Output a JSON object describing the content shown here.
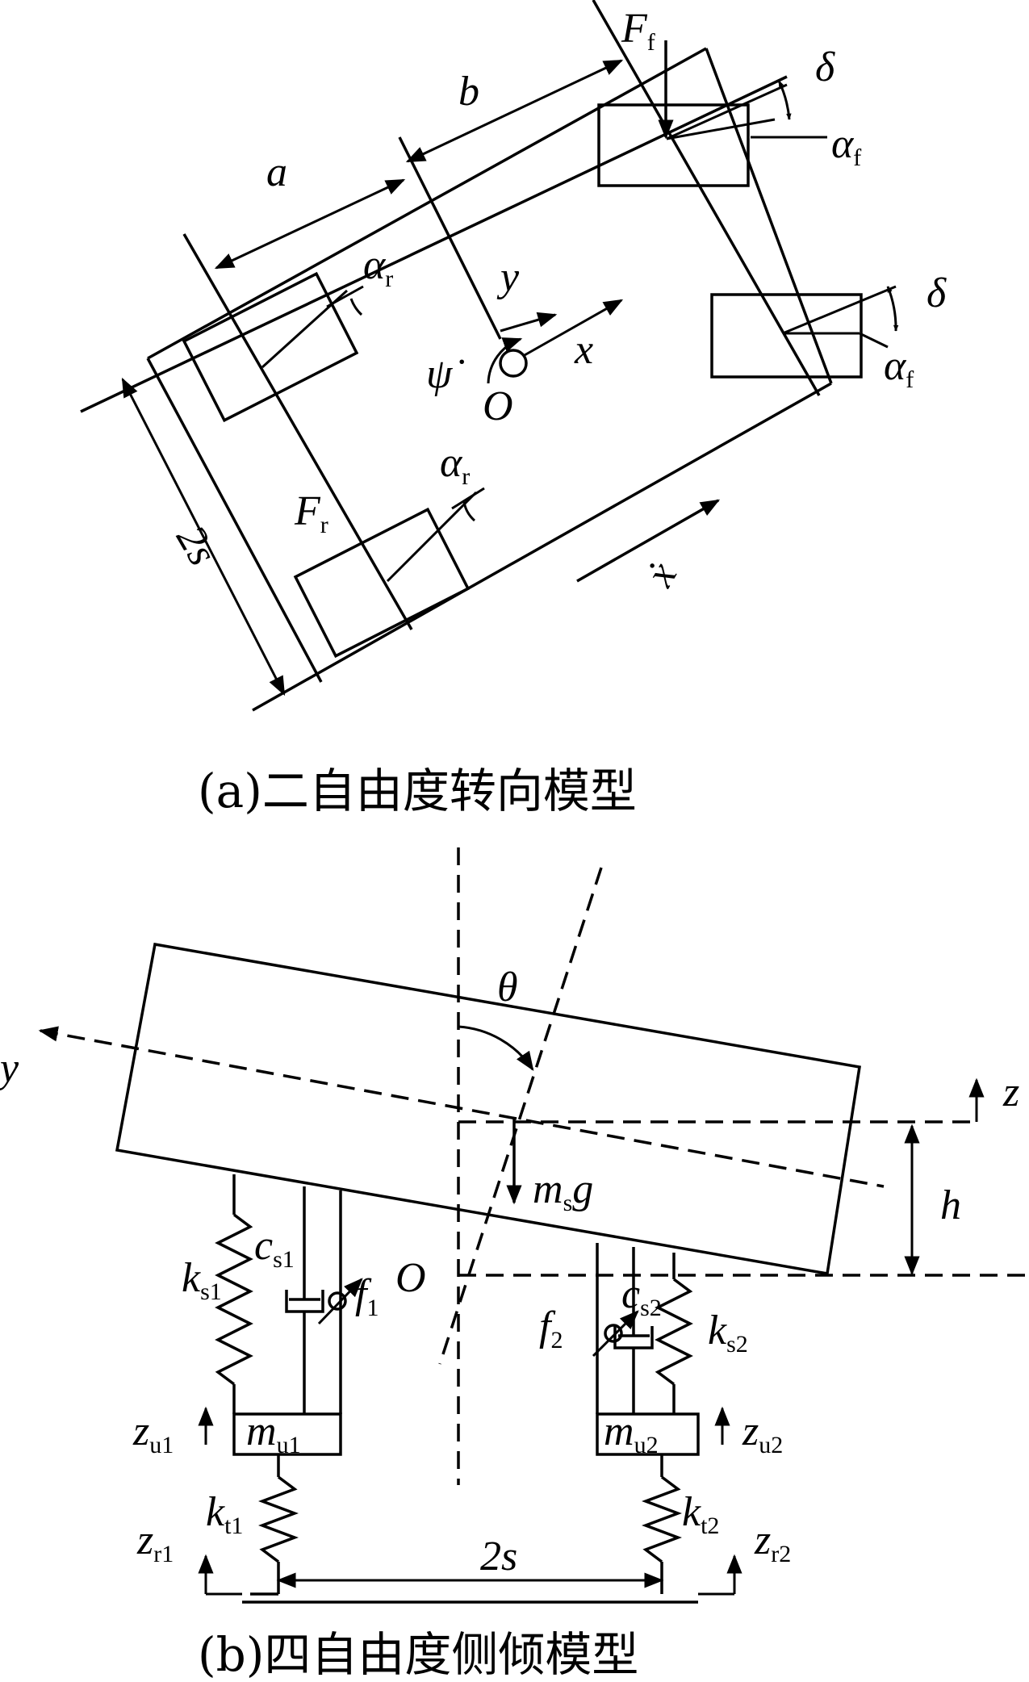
{
  "captions": {
    "a": "(a)二自由度转向模型",
    "b": "(b)四自由度侧倾模型"
  },
  "labels_a": {
    "Ff": {
      "main": "F",
      "sub": "f"
    },
    "Fr": {
      "main": "F",
      "sub": "r"
    },
    "b": "b",
    "a": "a",
    "delta_top": "δ",
    "delta_mid": "δ",
    "alpha_f_top": {
      "main": "α",
      "sub": "f"
    },
    "alpha_f_mid": {
      "main": "α",
      "sub": "f"
    },
    "alpha_r_top": {
      "main": "α",
      "sub": "r"
    },
    "alpha_r_bot": {
      "main": "α",
      "sub": "r"
    },
    "y": "y",
    "x": "x",
    "O": "O",
    "psi_dot": "ψ̇",
    "x_dot": "ẋ",
    "two_s": "2s"
  },
  "labels_b": {
    "theta": "θ",
    "y": "y",
    "z": "z",
    "h": "h",
    "O": "O",
    "msg": {
      "main": "m",
      "sub": "s",
      "tail": "g"
    },
    "ks1": {
      "main": "k",
      "sub": "s1"
    },
    "cs1": {
      "main": "c",
      "sub": "s1"
    },
    "f1": {
      "main": "f",
      "sub": "1"
    },
    "ks2": {
      "main": "k",
      "sub": "s2"
    },
    "cs2": {
      "main": "c",
      "sub": "s2"
    },
    "f2": {
      "main": "f",
      "sub": "2"
    },
    "mu1": {
      "main": "m",
      "sub": "u1"
    },
    "mu2": {
      "main": "m",
      "sub": "u2"
    },
    "zu1": {
      "main": "z",
      "sub": "u1"
    },
    "zu2": {
      "main": "z",
      "sub": "u2"
    },
    "kt1": {
      "main": "k",
      "sub": "t1"
    },
    "kt2": {
      "main": "k",
      "sub": "t2"
    },
    "zr1": {
      "main": "z",
      "sub": "r1"
    },
    "zr2": {
      "main": "z",
      "sub": "r2"
    },
    "two_s": "2s"
  }
}
